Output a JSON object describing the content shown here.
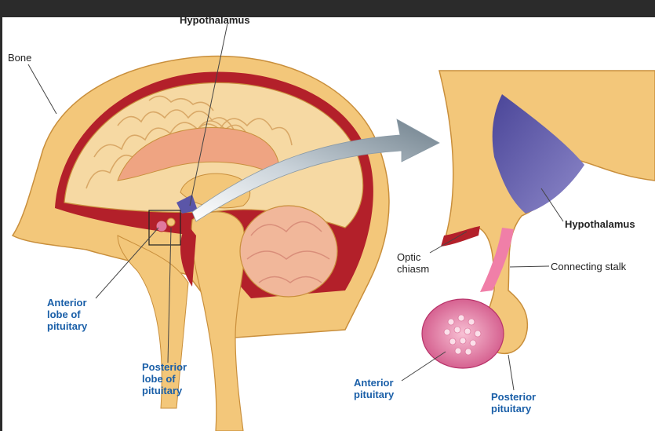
{
  "labels": {
    "hypothalamus_top": "Hypothalamus",
    "bone": "Bone",
    "anterior_lobe": "Anterior\nlobe of\npituitary",
    "posterior_lobe": "Posterior\nlobe of\npituitary",
    "optic_chiasm": "Optic\nchiasm",
    "hypothalamus_right": "Hypothalamus",
    "connecting_stalk": "Connecting stalk",
    "anterior_pituitary": "Anterior\npituitary",
    "posterior_pituitary": "Posterior\npituitary"
  },
  "colors": {
    "frame": "#2b2b2b",
    "background": "#ffffff",
    "bone": "#f3c77a",
    "brain": "#f6d9a3",
    "red": "#b3202a",
    "hypothalamus": "#5b56a8",
    "anterior_pituitary": "#e07a9e",
    "label_blue": "#1a5fa8",
    "arrow": "#8a9aa6"
  }
}
